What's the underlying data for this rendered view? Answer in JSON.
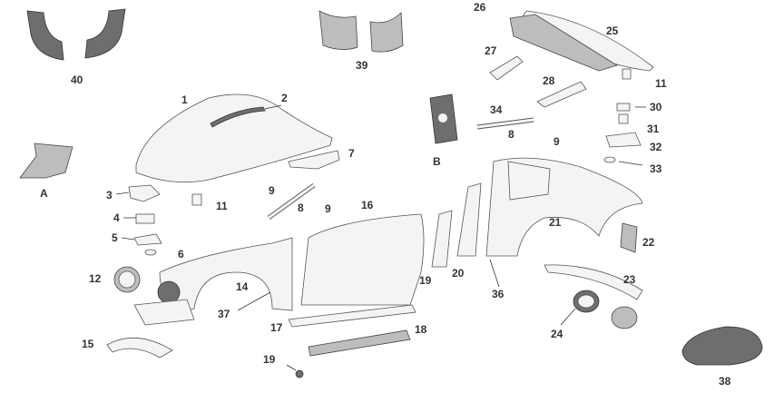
{
  "labels": {
    "l1": "1",
    "l2": "2",
    "l3": "3",
    "l4": "4",
    "l5": "5",
    "l6": "6",
    "l7": "7",
    "l8a": "8",
    "l8b": "8",
    "l9a": "9",
    "l9b": "9",
    "l9c": "9",
    "l11a": "11",
    "l11b": "11",
    "l12": "12",
    "l14": "14",
    "l15": "15",
    "l16": "16",
    "l17": "17",
    "l18": "18",
    "l19a": "19",
    "l19b": "19",
    "l20": "20",
    "l21": "21",
    "l22": "22",
    "l23": "23",
    "l24": "24",
    "l25": "25",
    "l26": "26",
    "l27": "27",
    "l28": "28",
    "l30": "30",
    "l31": "31",
    "l32": "32",
    "l33": "33",
    "l34": "34",
    "l36": "36",
    "l37": "37",
    "l38": "38",
    "l39": "39",
    "l40": "40",
    "lA": "A",
    "lB": "B"
  },
  "icons": {
    "front_hood": "front-hood-icon",
    "door": "door-icon",
    "rear_quarter": "rear-quarter-panel-icon",
    "engine_lid": "engine-lid-icon",
    "front_fender": "front-fender-icon",
    "rocker": "rocker-panel-icon"
  },
  "colors": {
    "line": "#555555",
    "dark_part": "#6e6e6e",
    "label": "#333333"
  }
}
